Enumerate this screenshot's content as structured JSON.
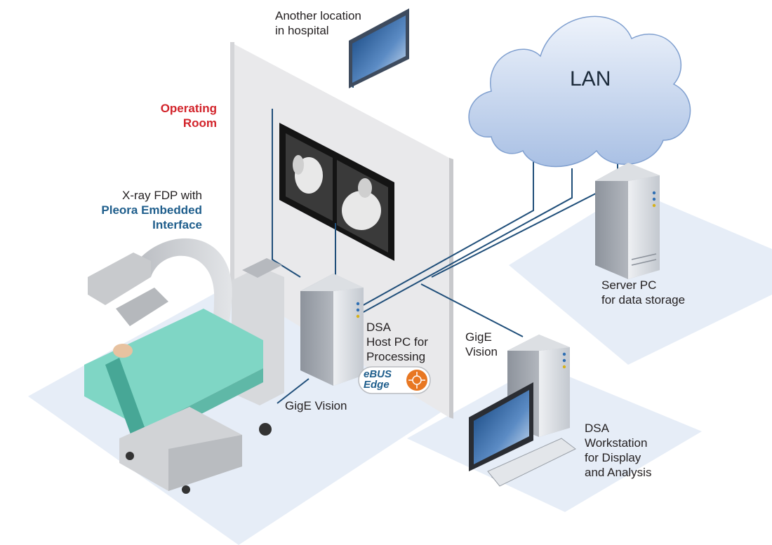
{
  "labels": {
    "another_location": [
      "Another location",
      "in hospital"
    ],
    "operating_room": [
      "Operating",
      "Room"
    ],
    "xray": "X-ray FDP with",
    "pleora": [
      "Pleora Embedded",
      "Interface"
    ],
    "lan": "LAN",
    "server": [
      "Server PC",
      "for data storage"
    ],
    "dsa_host": [
      "DSA",
      "Host PC for",
      "Processing"
    ],
    "gige_bottom": "GigE Vision",
    "gige_mid": [
      "GigE",
      "Vision"
    ],
    "workstation": [
      "DSA",
      "Workstation",
      "for Display",
      "and Analysis"
    ]
  },
  "badge": {
    "line1": "eBUS",
    "line2": "Edge"
  },
  "colors": {
    "cable": "#1f4e79",
    "accent_red": "#d2232a",
    "accent_blue": "#1f5e8c",
    "floor": "#e6edf7",
    "wall": "#e9e9eb",
    "cloud": "#c9d8f0",
    "tower": "#c7cbd3",
    "sheet": "#7fd6c5",
    "badge": "#e87722"
  }
}
